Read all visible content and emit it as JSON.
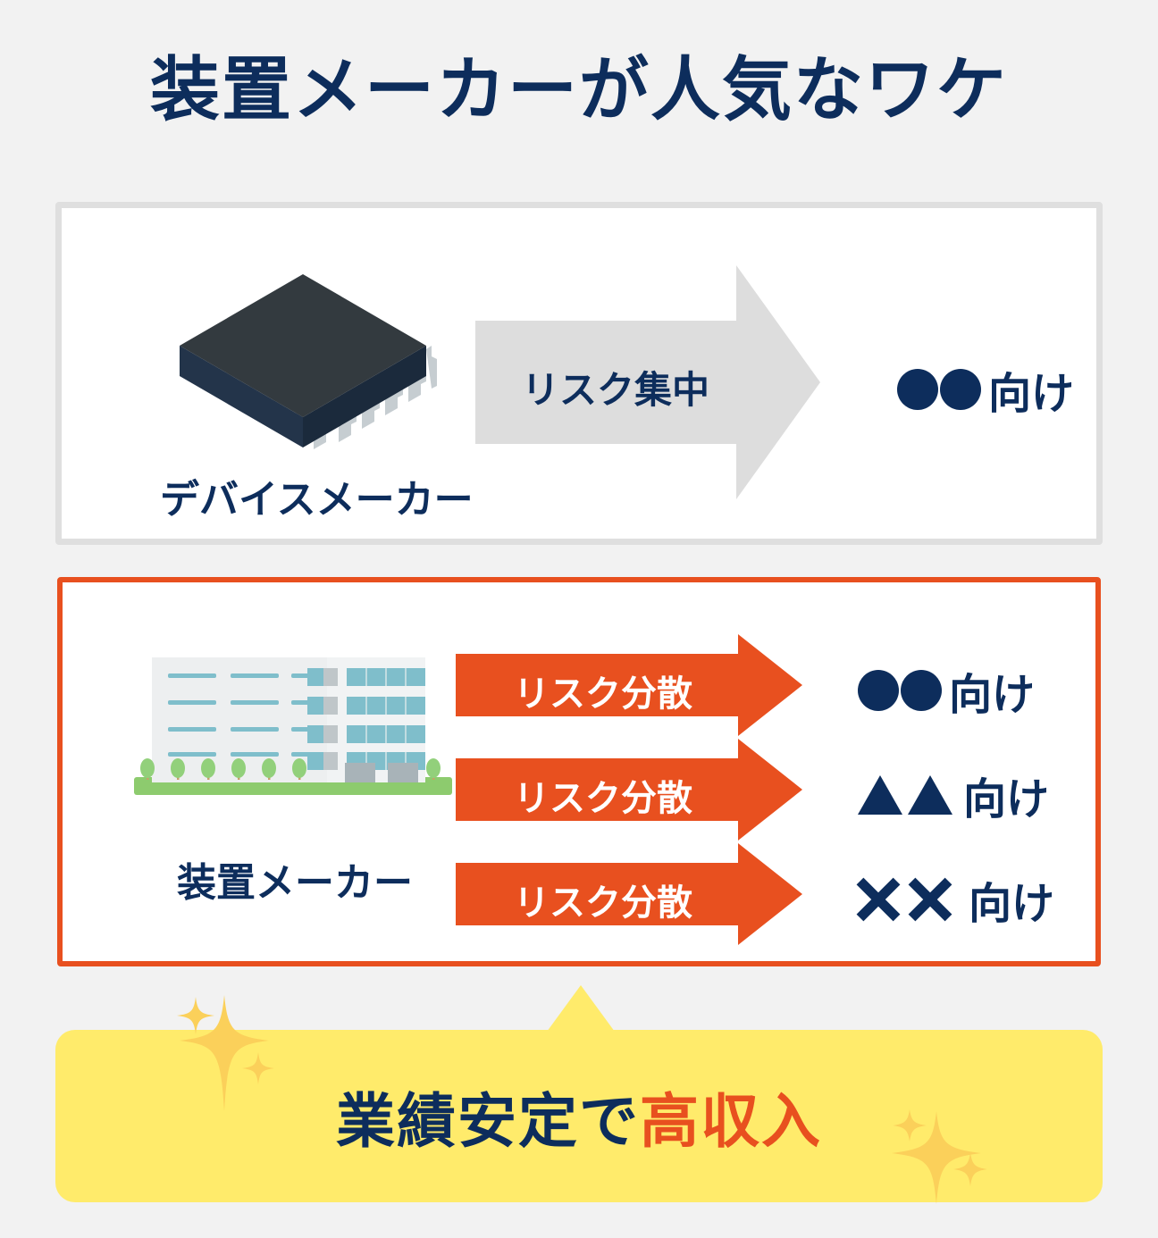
{
  "page": {
    "background_color": "#F2F2F2",
    "title": "装置メーカーが人気なワケ",
    "navy": "#0D2D5C",
    "orange": "#E8501F",
    "yellow": "#FFEB6B"
  },
  "panel_device": {
    "icon_name": "ic-chip-icon",
    "label": "デバイスメーカー",
    "arrow": {
      "label": "リスク集中",
      "color": "#DDDDDD"
    },
    "target": {
      "symbol": "circle",
      "symbol_count": 2,
      "text": "向け"
    }
  },
  "panel_equipment": {
    "icon_name": "factory-building-icon",
    "label": "装置メーカー",
    "border_color": "#E8501F",
    "rows": [
      {
        "arrow_label": "リスク分散",
        "symbol": "circle",
        "symbol_count": 2,
        "target_text": "向け"
      },
      {
        "arrow_label": "リスク分散",
        "symbol": "triangle",
        "symbol_count": 2,
        "target_text": "向け"
      },
      {
        "arrow_label": "リスク分散",
        "symbol": "cross",
        "symbol_count": 2,
        "target_text": "向け"
      }
    ]
  },
  "banner": {
    "text_navy": "業績安定で",
    "text_orange": "高収入",
    "background_color": "#FFEB6B",
    "sparkle_color": "#FBD05A"
  }
}
